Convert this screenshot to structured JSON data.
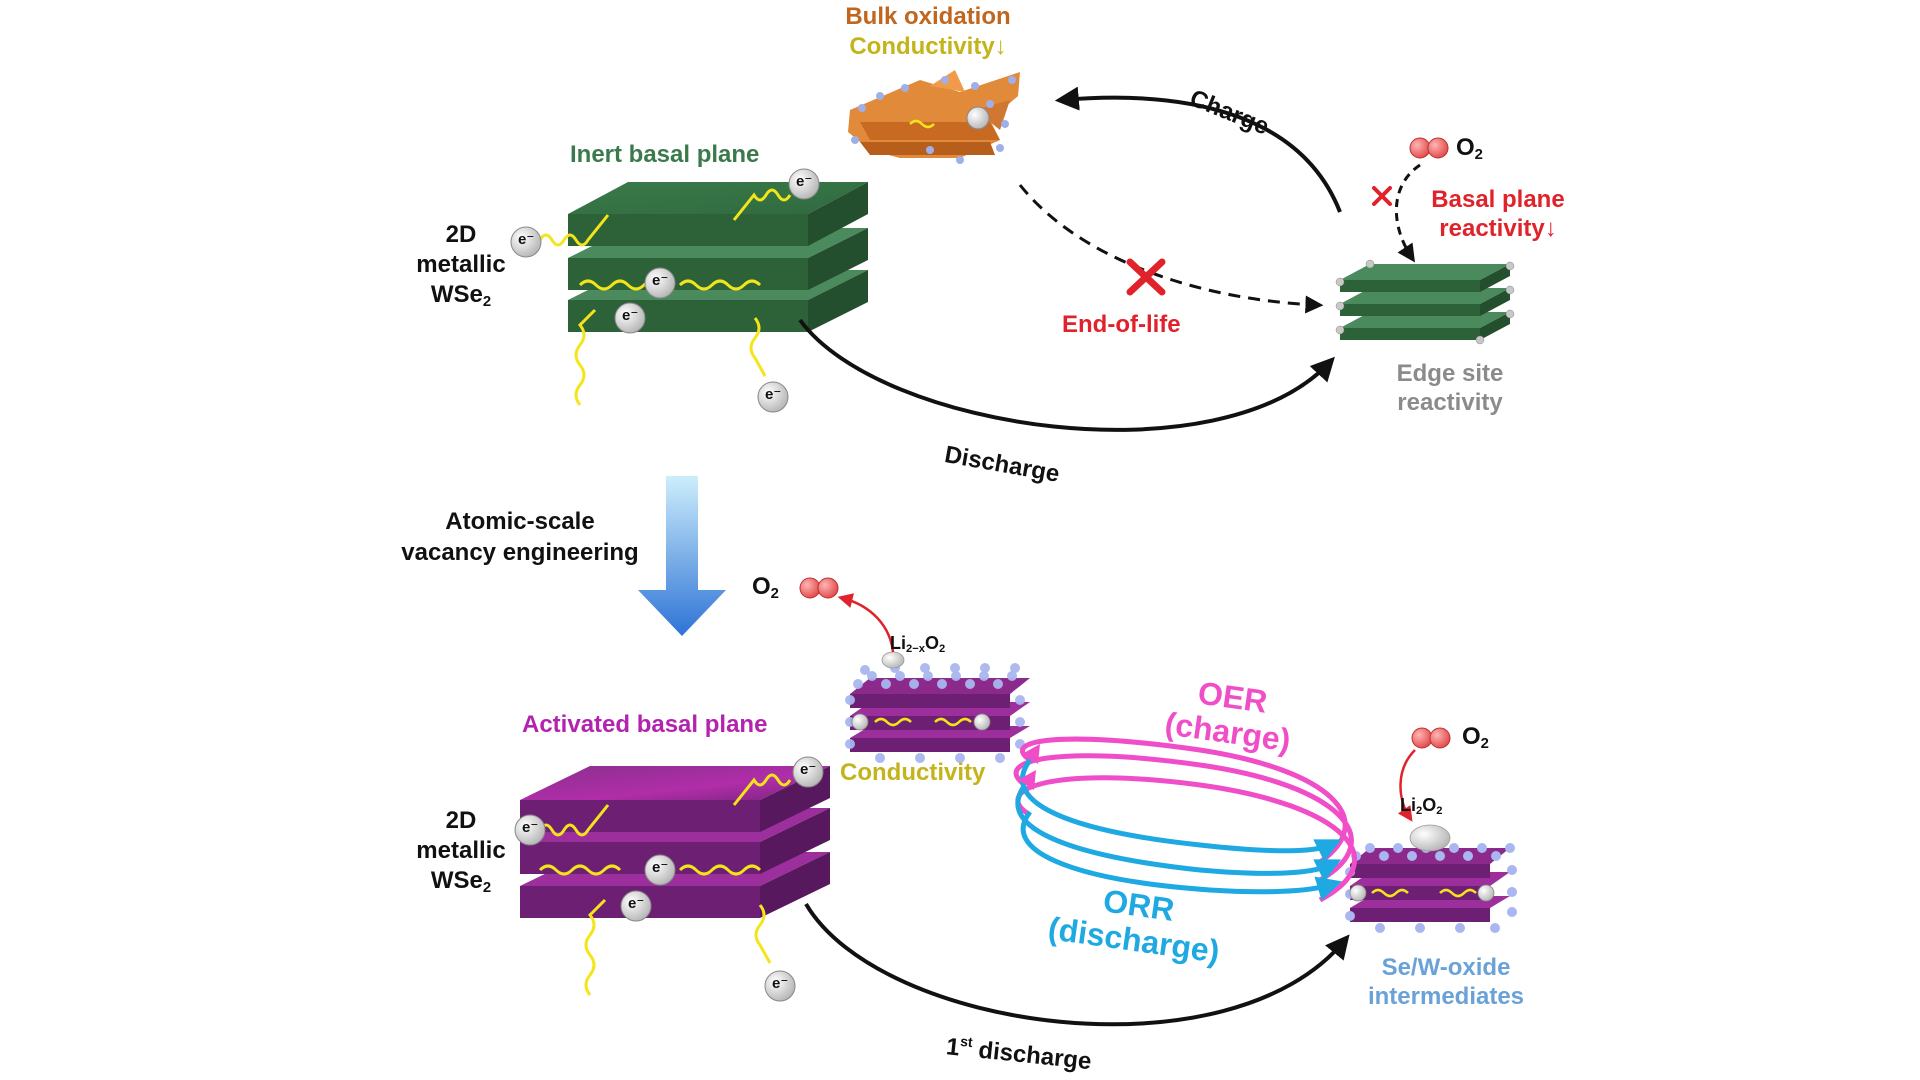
{
  "colors": {
    "green_text": "#3c7a4d",
    "green_slab_top": "#3f7e4e",
    "green_slab_side": "#2c5e38",
    "purple_text": "#b423b0",
    "purple_slab_top": "#8c2a8c",
    "purple_slab_side": "#6d1f74",
    "orange_text": "#c0661e",
    "orange_slab": "#d0752d",
    "olive_text": "#c3b41b",
    "red": "#e0232a",
    "gray": "#8b8b8b",
    "pink": "#f04ec8",
    "cyan": "#1ea9e2",
    "light_blue": "#6aa2d8",
    "wave": "#f4e51a",
    "oxygen": "#f06060"
  },
  "top": {
    "inert_basal_plane": "Inert basal plane",
    "material_line1": "2D",
    "material_line2": "metallic",
    "material_line3": "WSe",
    "material_sub": "2",
    "bulk_oxidation": "Bulk oxidation",
    "conductivity_down": "Conductivity↓",
    "charge": "Charge",
    "o2_label": "O",
    "o2_sub": "2",
    "basal_line1": "Basal plane",
    "basal_line2": "reactivity↓",
    "end_of_life": "End-of-life",
    "edge_line1": "Edge site",
    "edge_line2": "reactivity",
    "discharge": "Discharge",
    "electron": "e⁻",
    "cross": "✕"
  },
  "middle": {
    "engineering_line1": "Atomic-scale",
    "engineering_line2": "vacancy engineering"
  },
  "bottom": {
    "o2_label": "O",
    "o2_sub": "2",
    "li_label": "Li",
    "li_sub": "2−x",
    "li_o": "O",
    "li_o_sub": "2",
    "activated_basal_plane": "Activated basal plane",
    "conductivity": "Conductivity",
    "material_line1": "2D",
    "material_line2": "metallic",
    "material_line3": "WSe",
    "material_sub": "2",
    "oer_line1": "OER",
    "oer_line2": "(charge)",
    "orr_line1": "ORR",
    "orr_line2": "(discharge)",
    "o2b_label": "O",
    "o2b_sub": "2",
    "li2o2_label": "Li",
    "li2o2_sub": "2",
    "li2o2_o": "O",
    "li2o2_o_sub": "2",
    "inter_line1": "Se/W-oxide",
    "inter_line2": "intermediates",
    "first_pre": "1",
    "first_sup": "st",
    "first_post": " discharge",
    "electron": "e⁻"
  }
}
